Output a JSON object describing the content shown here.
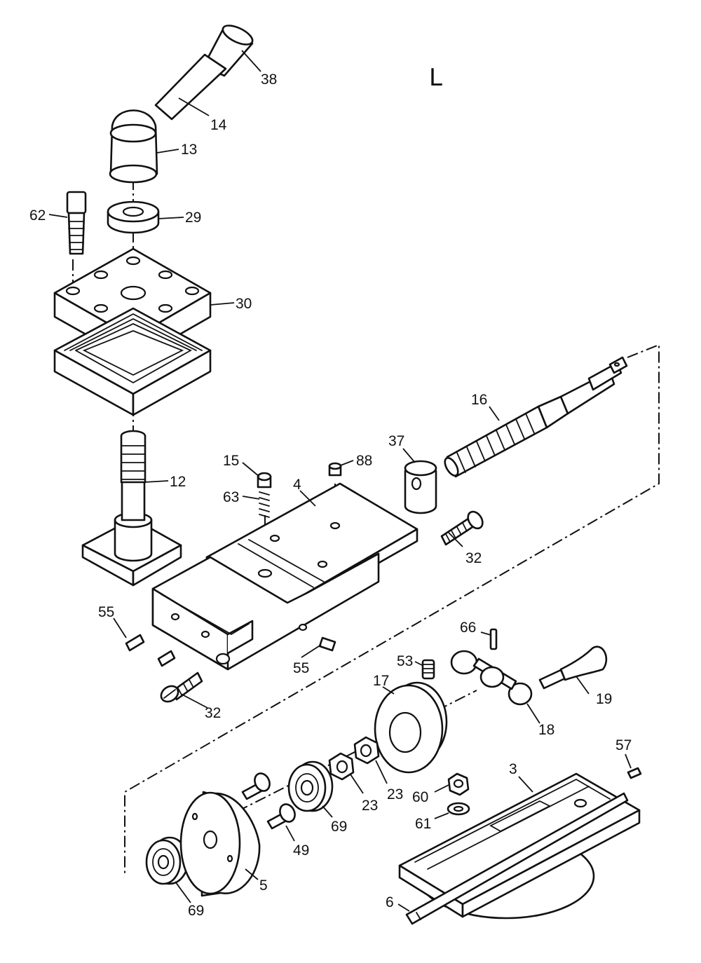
{
  "diagram": {
    "view_label": "L",
    "parts": [
      {
        "key": "p38",
        "number": "38"
      },
      {
        "key": "p14",
        "number": "14"
      },
      {
        "key": "p13",
        "number": "13"
      },
      {
        "key": "p62",
        "number": "62"
      },
      {
        "key": "p29",
        "number": "29"
      },
      {
        "key": "p30",
        "number": "30"
      },
      {
        "key": "p16",
        "number": "16"
      },
      {
        "key": "p15",
        "number": "15"
      },
      {
        "key": "p88",
        "number": "88"
      },
      {
        "key": "p37",
        "number": "37"
      },
      {
        "key": "p12",
        "number": "12"
      },
      {
        "key": "p63",
        "number": "63"
      },
      {
        "key": "p4",
        "number": "4"
      },
      {
        "key": "p32a",
        "number": "32"
      },
      {
        "key": "p55a",
        "number": "55"
      },
      {
        "key": "p55b",
        "number": "55"
      },
      {
        "key": "p66",
        "number": "66"
      },
      {
        "key": "p53",
        "number": "53"
      },
      {
        "key": "p17",
        "number": "17"
      },
      {
        "key": "p19",
        "number": "19"
      },
      {
        "key": "p32b",
        "number": "32"
      },
      {
        "key": "p18",
        "number": "18"
      },
      {
        "key": "p57",
        "number": "57"
      },
      {
        "key": "p3",
        "number": "3"
      },
      {
        "key": "p23a",
        "number": "23"
      },
      {
        "key": "p23b",
        "number": "23"
      },
      {
        "key": "p60",
        "number": "60"
      },
      {
        "key": "p69a",
        "number": "69"
      },
      {
        "key": "p49",
        "number": "49"
      },
      {
        "key": "p61",
        "number": "61"
      },
      {
        "key": "p5",
        "number": "5"
      },
      {
        "key": "p6",
        "number": "6"
      },
      {
        "key": "p69b",
        "number": "69"
      }
    ]
  }
}
